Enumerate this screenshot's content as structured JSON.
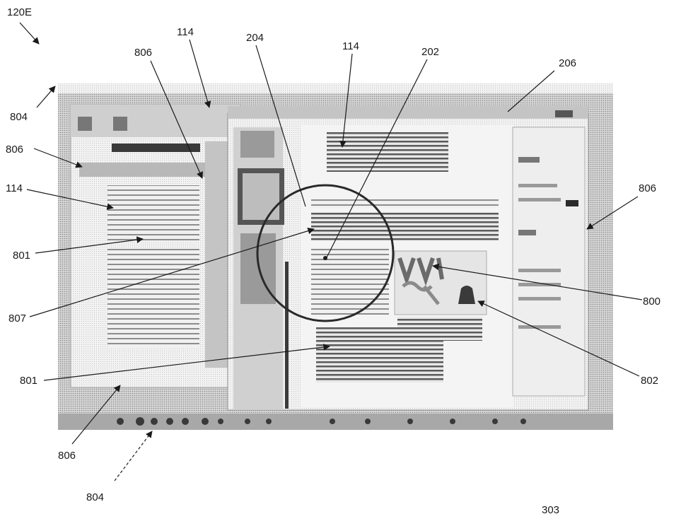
{
  "figure": {
    "figure_label": "120E",
    "page_number": "303"
  },
  "callouts": [
    {
      "id": "804-top",
      "text": "804"
    },
    {
      "id": "806-a",
      "text": "806"
    },
    {
      "id": "114-left",
      "text": "114"
    },
    {
      "id": "801-left",
      "text": "801"
    },
    {
      "id": "807",
      "text": "807"
    },
    {
      "id": "801-bottom",
      "text": "801"
    },
    {
      "id": "806-b",
      "text": "806"
    },
    {
      "id": "804-bottom",
      "text": "804"
    },
    {
      "id": "806-top",
      "text": "806"
    },
    {
      "id": "114-top",
      "text": "114"
    },
    {
      "id": "204",
      "text": "204"
    },
    {
      "id": "114-mid",
      "text": "114"
    },
    {
      "id": "202",
      "text": "202"
    },
    {
      "id": "206",
      "text": "206"
    },
    {
      "id": "806-right",
      "text": "806"
    },
    {
      "id": "800",
      "text": "800"
    },
    {
      "id": "802",
      "text": "802"
    }
  ],
  "colors": {
    "ink": "#1a1a1a",
    "screen_bg": "#c9c9c9",
    "dark_bar": "#3a3a3a",
    "text_block": "#6b6b6b"
  }
}
